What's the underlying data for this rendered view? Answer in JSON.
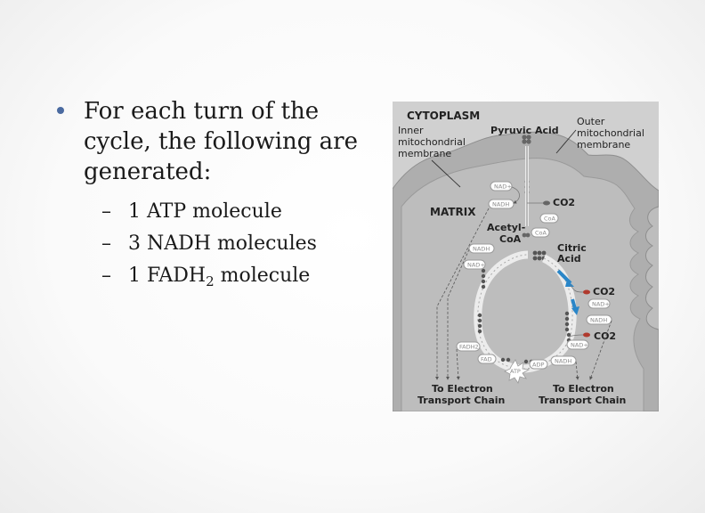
{
  "bullet": {
    "text": "For each turn of the cycle, the following are generated:"
  },
  "items": [
    {
      "dash": "–",
      "text": "1 ATP molecule"
    },
    {
      "dash": "–",
      "text": "3 NADH molecules"
    },
    {
      "dash": "–",
      "text": "1 FADH",
      "subscript": "2",
      "suffix": " molecule"
    }
  ],
  "figure": {
    "labels": {
      "cytoplasm": "CYTOPLASM",
      "inner_membrane_1": "Inner",
      "inner_membrane_2": "mitochondrial",
      "inner_membrane_3": "membrane",
      "pyruvic_acid": "Pyruvic Acid",
      "outer_membrane_1": "Outer",
      "outer_membrane_2": "mitochondrial",
      "outer_membrane_3": "membrane",
      "matrix": "MATRIX",
      "co2_top": "CO2",
      "acetyl_1": "Acetyl-",
      "acetyl_2": "CoA",
      "citric_1": "Citric",
      "citric_2": "Acid",
      "co2_mid": "CO2",
      "co2_low": "CO2",
      "etc_left_1": "To Electron",
      "etc_left_2": "Transport Chain",
      "etc_right_1": "To Electron",
      "etc_right_2": "Transport Chain"
    },
    "molecules": {
      "nad_plus": "NAD+",
      "nadh": "NADH",
      "coa": "CoA",
      "fadh2": "FADH2",
      "fad": "FAD",
      "atp": "ATP",
      "adp": "ADP"
    },
    "colors": {
      "arrow_blue": "#2a86c8",
      "co2_red": "#b03a2e",
      "matrix_grey": "#bdbdbd",
      "cytoplasm_grey": "#d0d0d0"
    }
  }
}
